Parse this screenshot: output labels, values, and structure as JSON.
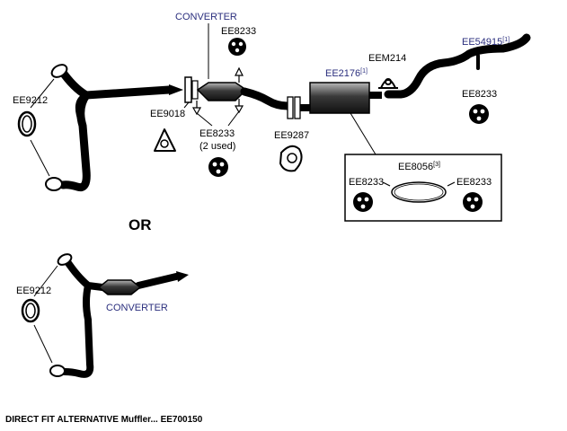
{
  "labels": {
    "converter_top": "CONVERTER",
    "ee8233_top": "EE8233",
    "ee9212_top": "EE9212",
    "ee9018": "EE9018",
    "ee8233_mid": "EE8233",
    "used_2": "(2 used)",
    "ee9287": "EE9287",
    "ee2176": "EE2176",
    "ee2176_ref": "[1]",
    "eem214": "EEM214",
    "ee54915": "EE54915",
    "ee54915_ref": "[1]",
    "ee8233_right": "EE8233",
    "ee8056": "EE8056",
    "ee8056_ref": "[3]",
    "ee8233_box_left": "EE8233",
    "ee8233_box_right": "EE8233",
    "or": "OR",
    "ee9212_bottom": "EE9212",
    "converter_bottom": "CONVERTER"
  },
  "footer": "DIRECT FIT ALTERNATIVE Muffler... EE700150",
  "colors": {
    "ink": "#000000",
    "label_blue": "#2b2f7e",
    "part_gray": "#777777"
  }
}
